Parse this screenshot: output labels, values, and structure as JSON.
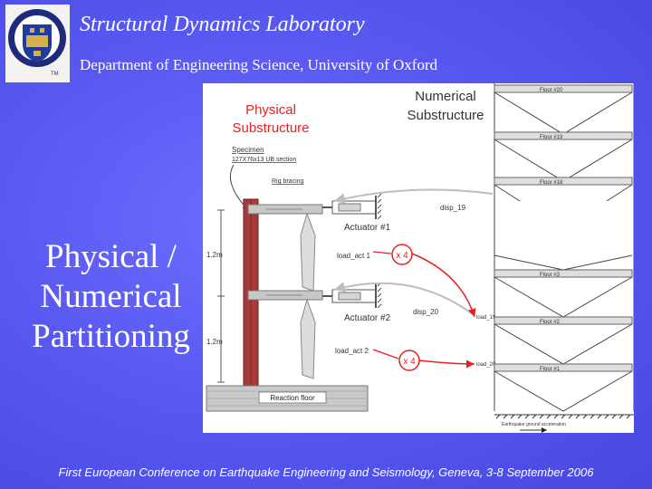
{
  "header": {
    "title": "Structural Dynamics Laboratory",
    "subtitle": "Department of Engineering Science, University of Oxford"
  },
  "logo": {
    "tm": "TM"
  },
  "side_heading": {
    "line1": "Physical /",
    "line2": "Numerical",
    "line3": "Partitioning"
  },
  "diagram": {
    "physical_line1": "Physical",
    "physical_line2": "Substructure",
    "numerical_line1": "Numerical",
    "numerical_line2": "Substructure",
    "specimen_line1": "Specimen",
    "specimen_line2": "127X76x13 UB section",
    "rig_bracing": "Rig bracing",
    "actuator1": "Actuator #1",
    "actuator2": "Actuator #2",
    "load_act1": "load_act 1",
    "load_act2": "load_act 2",
    "disp19": "disp_19",
    "disp20": "disp_20",
    "x4_top": "x 4",
    "x4_bottom": "x 4",
    "height_top": "1.2m",
    "height_bottom": "1.2m",
    "reaction_floor": "Reaction floor",
    "floors": [
      "Floor #20",
      "Floor #19",
      "Floor #18",
      "Floor #3",
      "Floor #2",
      "Floor #1"
    ],
    "load19": "load_19",
    "load20": "load_20",
    "ground": "Earthquake ground acceleration",
    "colors": {
      "accent_red": "#e82020",
      "column": "#a83a3a"
    }
  },
  "footer": {
    "text": "First European Conference on Earthquake Engineering and Seismology, Geneva, 3-8 September 2006"
  }
}
